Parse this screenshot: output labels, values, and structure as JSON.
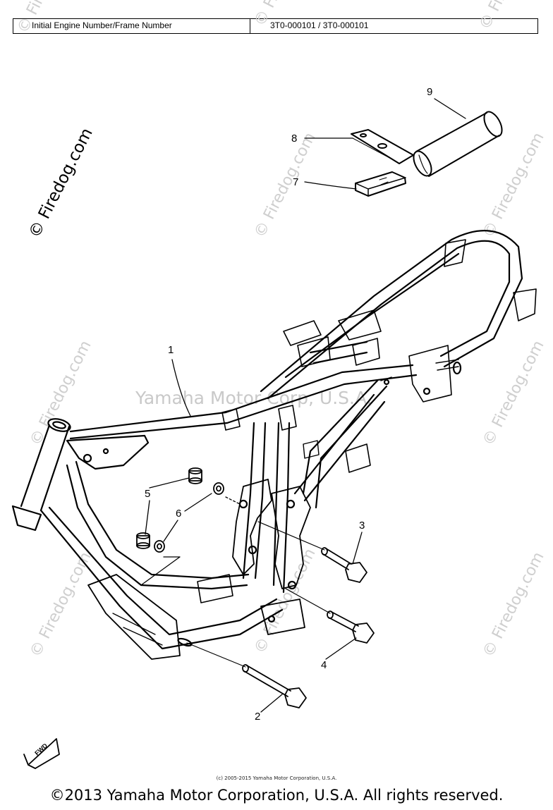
{
  "header": {
    "label": "Initial Engine Number/Frame Number",
    "value": "3T0-000101 / 3T0-000101"
  },
  "watermarks": {
    "firedog": "© Firedog.com",
    "center": "Yamaha Motor Corp, U.S.A."
  },
  "callouts": {
    "c1": "1",
    "c2": "2",
    "c3": "3",
    "c4": "4",
    "c5": "5",
    "c6": "6",
    "c7": "7",
    "c8": "8",
    "c9": "9"
  },
  "fwd_label": "FWD",
  "footer": {
    "small_copyright": "(c) 2005-2015 Yamaha Motor Corporation, U.S.A.",
    "main_copyright": "©2013 Yamaha Motor Corporation, U.S.A. All rights reserved."
  }
}
